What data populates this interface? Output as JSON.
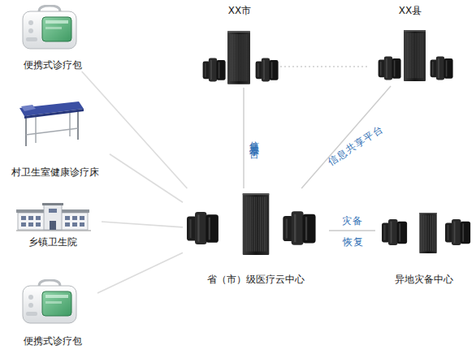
{
  "diagram": {
    "nodes": [
      {
        "text": [
          "XX市"
        ]
      },
      {
        "text": [
          "XX县"
        ]
      },
      {
        "text": [
          "便携式诊疗包"
        ]
      },
      {
        "text": [
          "村卫生室健康诊疗床"
        ]
      },
      {
        "text": [
          "乡镇卫生院"
        ]
      },
      {
        "text": [
          "省（市）级医疗云中心"
        ]
      },
      {
        "text": [
          "异地灾备中心"
        ]
      },
      {
        "text": [
          "便携式诊疗包"
        ]
      }
    ],
    "edges": [
      {
        "from": 0,
        "to": 1,
        "arrow": "none"
      },
      {
        "from": 0,
        "to": 5,
        "label": "信息共享平台",
        "arrow": "none"
      },
      {
        "from": 1,
        "to": 5,
        "label": "信息共享平台",
        "arrow": "none"
      },
      {
        "from": 2,
        "to": 5,
        "arrow": "none"
      },
      {
        "from": 3,
        "to": 5,
        "arrow": "none"
      },
      {
        "from": 4,
        "to": 5,
        "arrow": "none"
      },
      {
        "from": 7,
        "to": 5,
        "arrow": "none"
      },
      {
        "from": 5,
        "to": 6,
        "label": "灾备",
        "arrow": "none"
      }
    ],
    "labels": [
      "恢复"
    ]
  }
}
